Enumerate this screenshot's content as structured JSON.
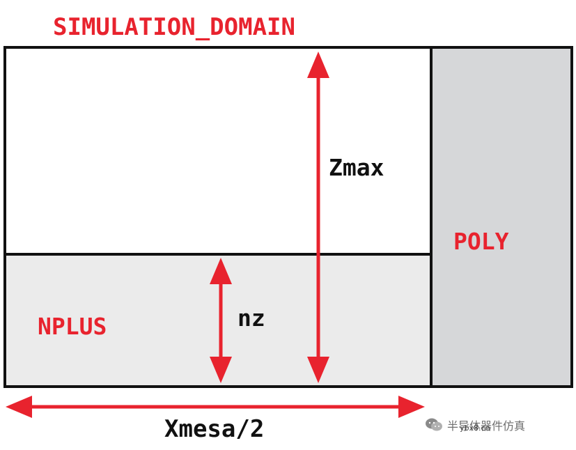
{
  "labels": {
    "domain_title": "SIMULATION_DOMAIN",
    "zmax": "Zmax",
    "poly": "POLY",
    "nplus": "NPLUS",
    "nz": "nz",
    "xmesa": "Xmesa/2"
  },
  "watermark": {
    "icon": "wechat-icon",
    "text": "半导体器件仿真",
    "url": "ybx8.cn"
  },
  "colors": {
    "label_red": "#e8232e",
    "arrow_red": "#e8232e",
    "outline": "#111111",
    "nplus_fill": "#ebebeb",
    "poly_fill": "#d6d7d9",
    "upper_fill": "#ffffff"
  }
}
